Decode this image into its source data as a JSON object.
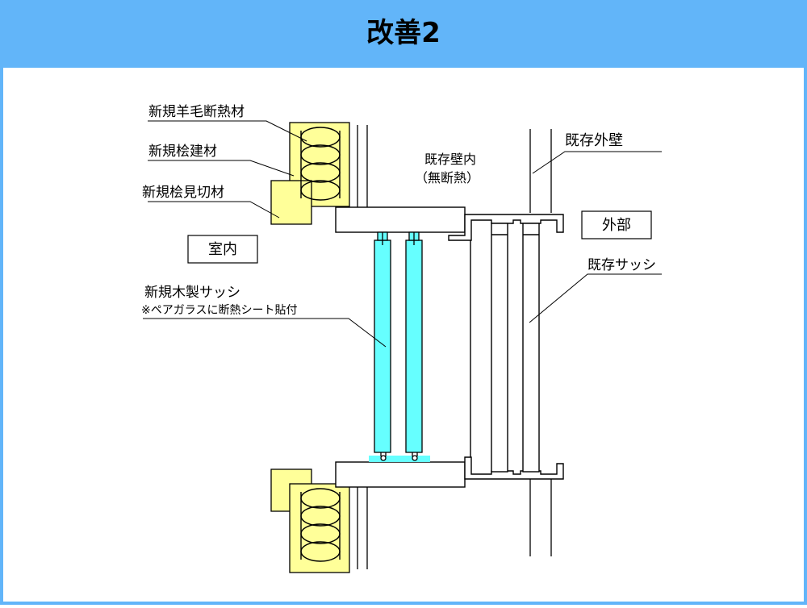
{
  "header": {
    "title": "改善2"
  },
  "colors": {
    "header_bg": "#62b5f9",
    "insulation_fill": "#ffff99",
    "glass_fill": "#66ffff",
    "line": "#000000",
    "background": "#ffffff"
  },
  "labels": {
    "new_wool_insulation": "新規羊毛断熱材",
    "new_hinoki_building_material": "新規桧建材",
    "new_hinoki_trim": "新規桧見切材",
    "indoor": "室内",
    "new_wooden_sash": "新規木製サッシ",
    "sash_note": "※ペアガラスに断熱シート貼付",
    "existing_wall_interior": "既存壁内",
    "no_insulation": "（無断熱）",
    "existing_exterior_wall": "既存外壁",
    "outdoor": "外部",
    "existing_sash": "既存サッシ"
  },
  "icons": {
    "insulation": "wool-coil-icon"
  }
}
